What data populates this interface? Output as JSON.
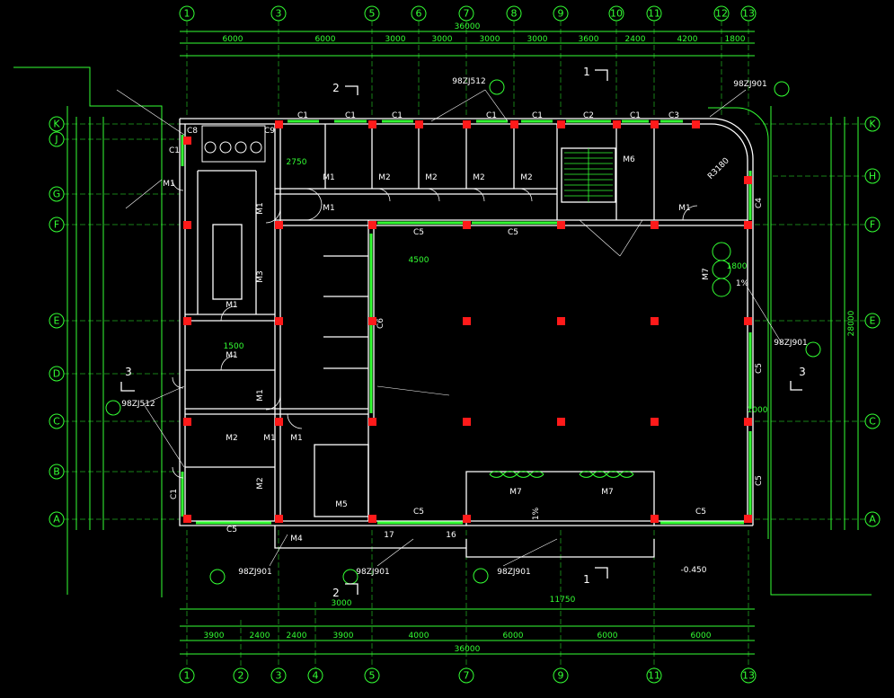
{
  "colors": {
    "background": "#000000",
    "axis": "#33ff33",
    "walls": "#ffffff",
    "columns": "#ff1a1a"
  },
  "axes": {
    "top": [
      "1",
      "3",
      "5",
      "6",
      "7",
      "8",
      "9",
      "10",
      "11",
      "12",
      "13"
    ],
    "bottom": [
      "1",
      "2",
      "3",
      "4",
      "5",
      "7",
      "9",
      "11",
      "13"
    ],
    "left": [
      "K",
      "J",
      "G",
      "F",
      "E",
      "D",
      "C",
      "B",
      "A"
    ],
    "right": [
      "K",
      "H",
      "F",
      "E",
      "C",
      "A"
    ]
  },
  "dims": {
    "top_total": "36000",
    "top_spans": [
      "6000",
      "6000",
      "3000",
      "3000",
      "3000",
      "3000",
      "3600",
      "2400",
      "4200",
      "1800"
    ],
    "bottom_total": "36000",
    "bottom_spans": [
      "3900",
      "2400",
      "2400",
      "3900",
      "4000",
      "6000",
      "6000",
      "6000"
    ],
    "right_total": "28000"
  },
  "doors": [
    "M1",
    "M1",
    "M1",
    "M2",
    "M2",
    "M2",
    "M2",
    "M1",
    "M1",
    "M3",
    "M1",
    "M1",
    "M1",
    "M1",
    "M2",
    "M2",
    "M1",
    "M4",
    "M5",
    "M7",
    "M7",
    "M7",
    "M6"
  ],
  "windows": [
    "C1",
    "C1",
    "C1",
    "C1",
    "C1",
    "C2",
    "C1",
    "C3",
    "C5",
    "C5",
    "C5",
    "C5",
    "C5",
    "C5",
    "C4",
    "C6",
    "C1",
    "C1",
    "C8",
    "C9"
  ],
  "labels": {
    "std_1": "98ZJ512",
    "std_2": "98ZJ901",
    "std_3": "98ZJ901",
    "std_4": "98ZJ901",
    "std_5": "98ZJ901",
    "std_6": "98ZJ901",
    "std_7": "98ZJ512",
    "radius": "R3180",
    "elev": "-0.450",
    "slope_1": "1%",
    "slope_2": "1%",
    "num_17": "17",
    "num_16": "16",
    "section_2_top": "2",
    "section_2_bottom": "2",
    "section_1_top": "1",
    "section_1_bottom": "1",
    "section_3_left": "3",
    "section_3_right": "3",
    "dim_2750": "2750",
    "dim_1500": "1500",
    "dim_4500": "4500",
    "dim_3000": "3000",
    "dim_11750": "11750",
    "dim_1800": "1800",
    "dim_1000": "1000"
  }
}
